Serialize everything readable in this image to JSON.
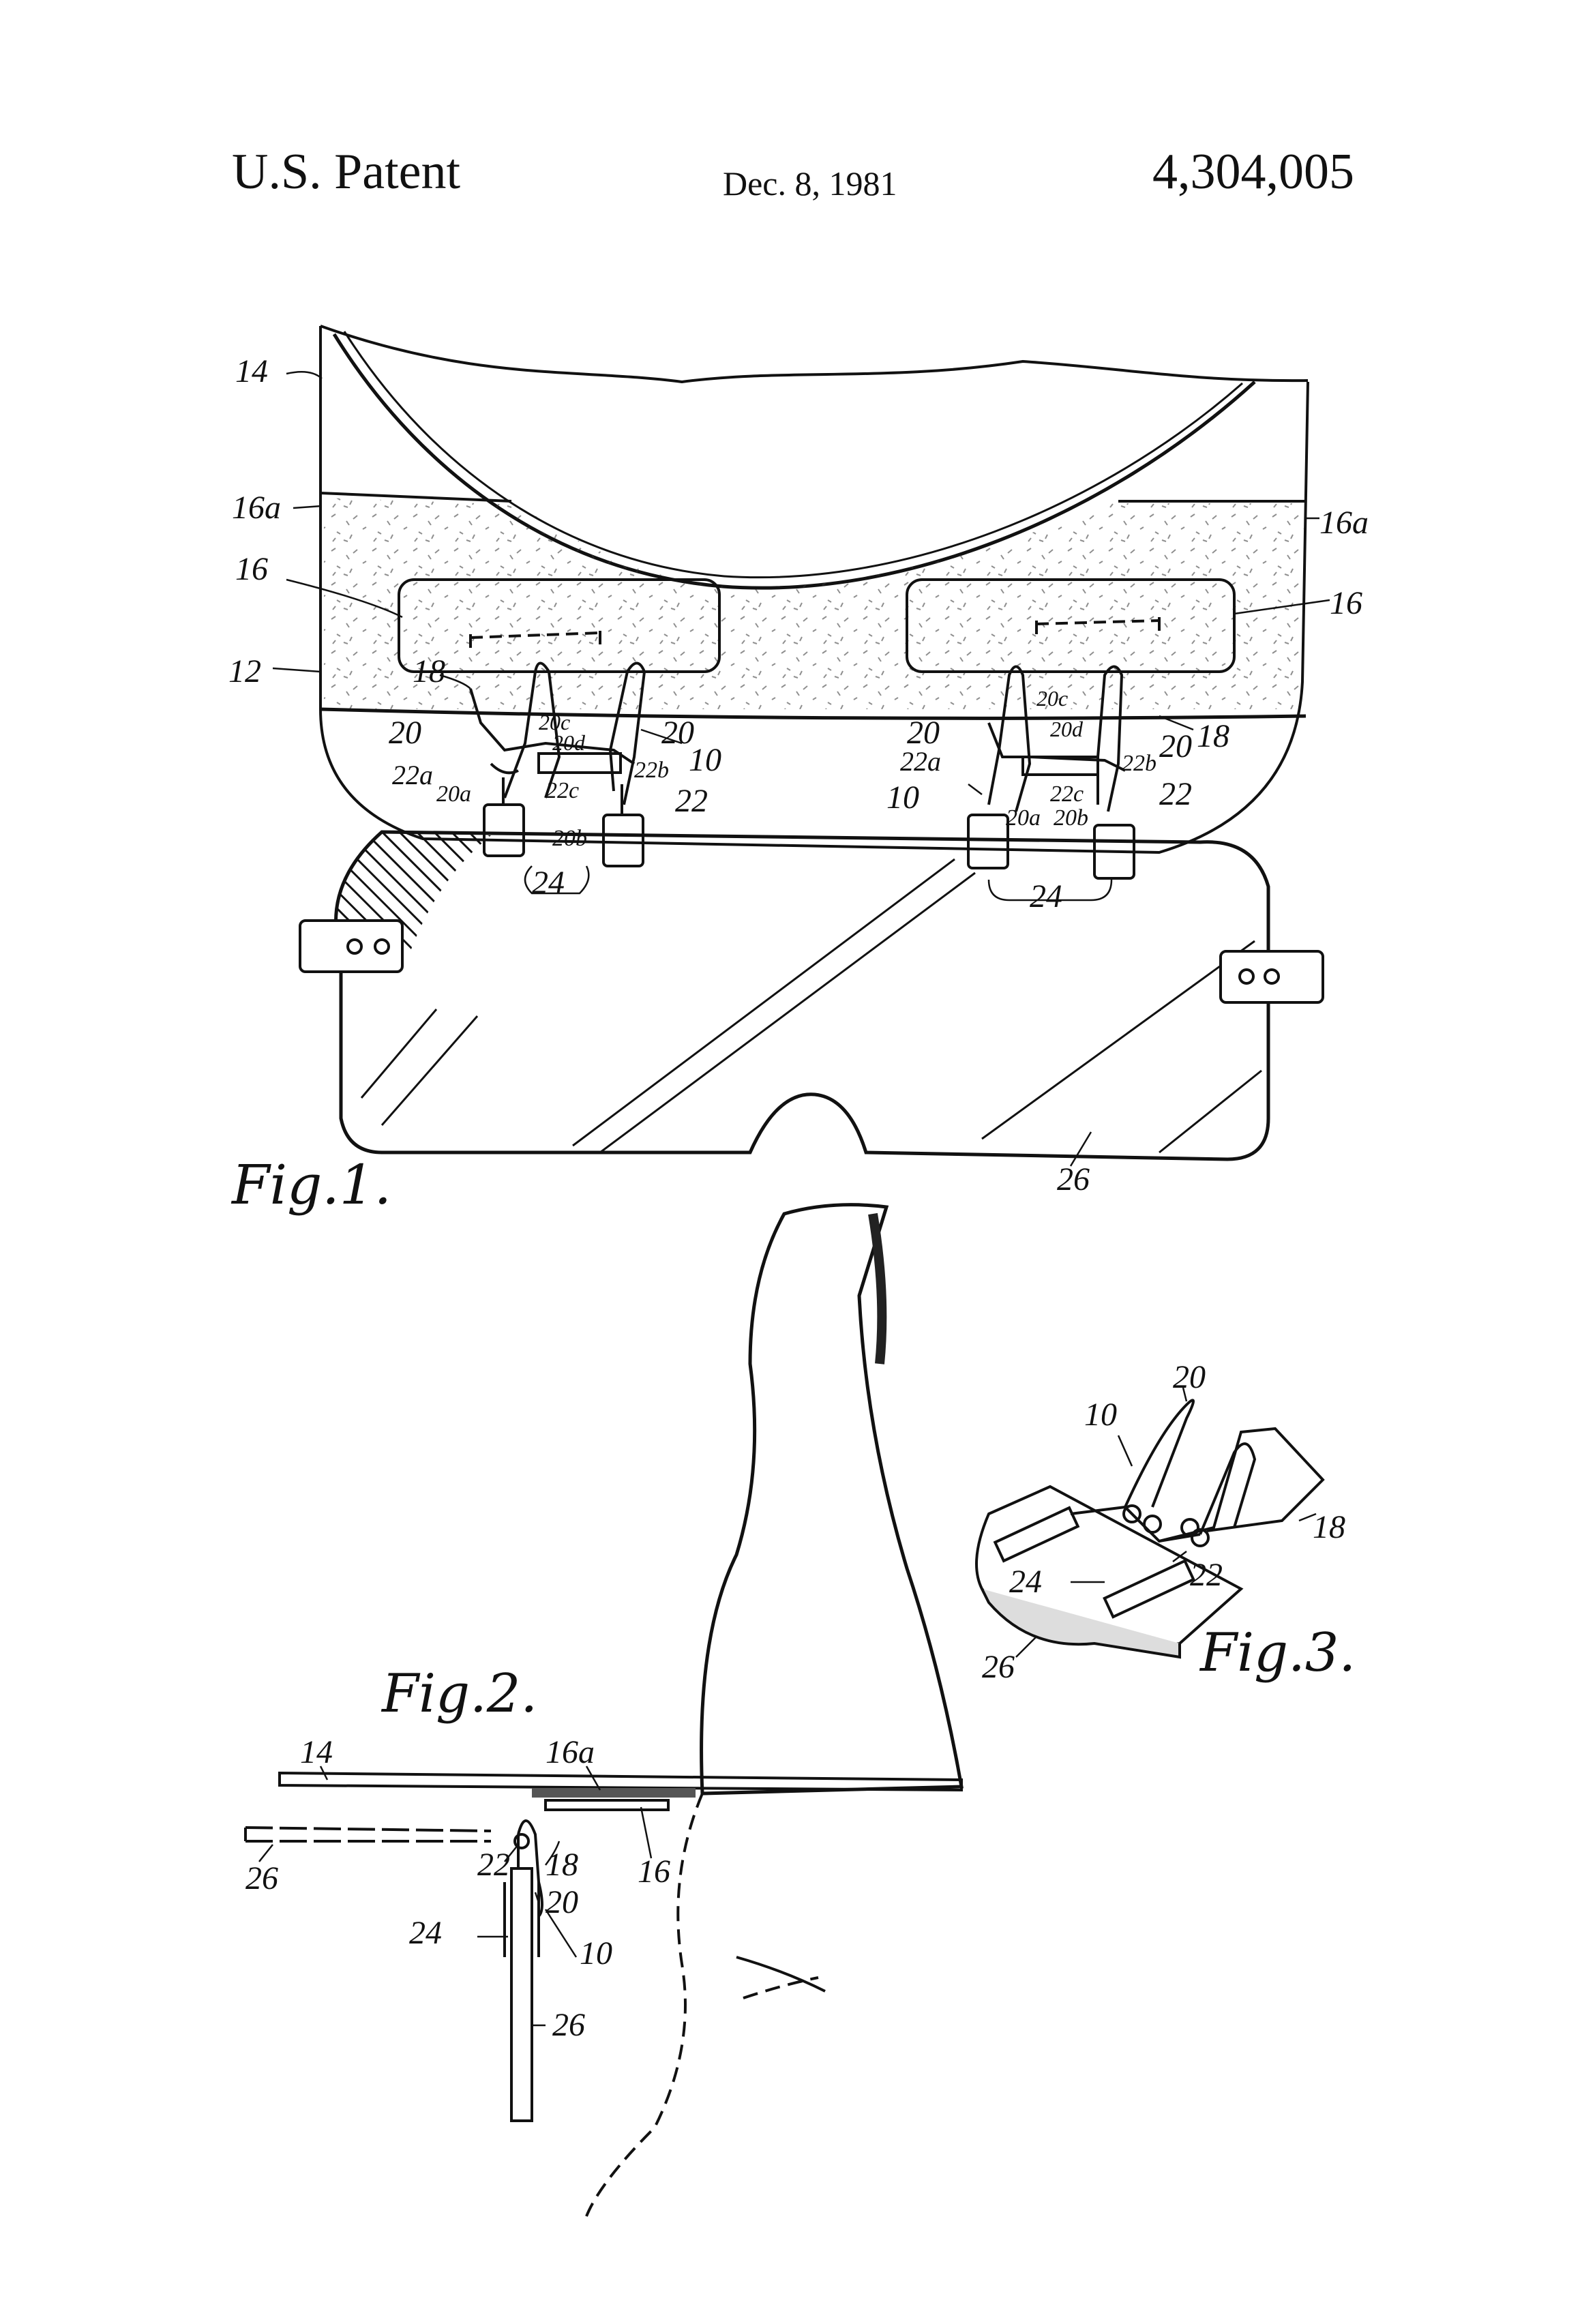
{
  "header": {
    "left": "U.S. Patent",
    "date": "Dec. 8, 1981",
    "number": "4,304,005"
  },
  "figures": {
    "fig1": {
      "caption": "Fig.1.",
      "labels": {
        "l14": "14",
        "l16a_left": "16a",
        "l16a_right": "16a",
        "l16_left": "16",
        "l16_right": "16",
        "l12": "12",
        "l18_left": "18",
        "l18_right": "18",
        "l20_left_a": "20",
        "l20_left_b": "20",
        "l20_right_a": "20",
        "l20_right_b": "20",
        "l20c_left": "20c",
        "l20d_left": "20d",
        "l20c_right": "20c",
        "l20d_right": "20d",
        "l22a_left": "22a",
        "l22a_right": "22a",
        "l22b_left": "22b",
        "l22b_right": "22b",
        "l22c_left": "22c",
        "l22c_right": "22c",
        "l20a_left": "20a",
        "l20b_left": "20b",
        "l20a_right": "20a",
        "l20b_right": "20b",
        "l10_left": "10",
        "l10_right": "10",
        "l22_left": "22",
        "l22_right": "22",
        "l24_left": "24",
        "l24_right": "24",
        "l26": "26"
      }
    },
    "fig2": {
      "caption": "Fig.2.",
      "labels": {
        "l14": "14",
        "l16a": "16a",
        "l26_top": "26",
        "l22": "22",
        "l18": "18",
        "l16": "16",
        "l20": "20",
        "l24": "24",
        "l10": "10",
        "l26_bottom": "26"
      }
    },
    "fig3": {
      "caption": "Fig.3.",
      "labels": {
        "l10": "10",
        "l20": "20",
        "l18": "18",
        "l24": "24",
        "l22": "22",
        "l26": "26"
      }
    }
  }
}
